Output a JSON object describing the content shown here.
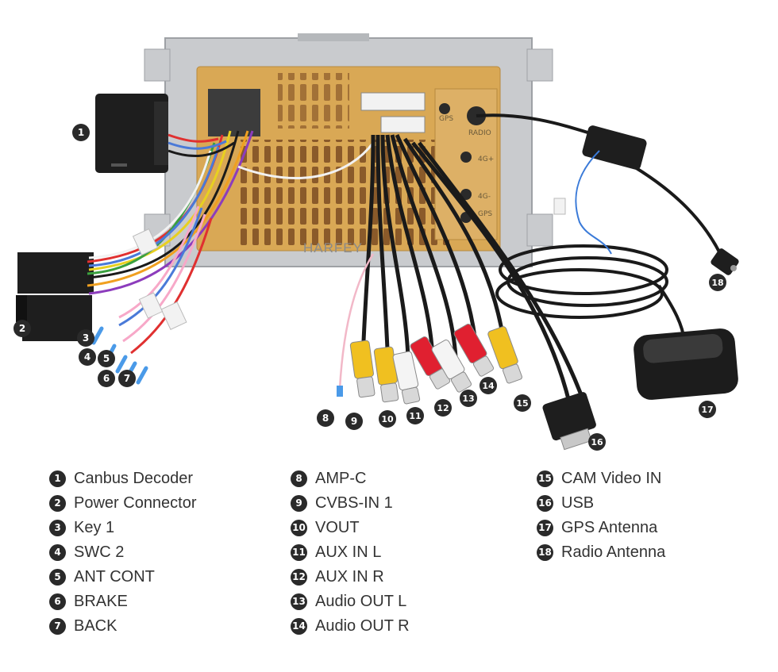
{
  "watermark": "HARFEY",
  "port_labels": [
    "GPS",
    "RADIO",
    "4G+",
    "4G-",
    "GPS"
  ],
  "callouts": [
    "1",
    "2",
    "3",
    "4",
    "5",
    "6",
    "7",
    "8",
    "9",
    "10",
    "11",
    "12",
    "13",
    "14",
    "15",
    "16",
    "17",
    "18"
  ],
  "legend": [
    [
      {
        "num": "1",
        "label": "Canbus Decoder"
      },
      {
        "num": "2",
        "label": "Power Connector"
      },
      {
        "num": "3",
        "label": "Key 1"
      },
      {
        "num": "4",
        "label": "SWC 2"
      },
      {
        "num": "5",
        "label": "ANT CONT"
      },
      {
        "num": "6",
        "label": "BRAKE"
      },
      {
        "num": "7",
        "label": "BACK"
      }
    ],
    [
      {
        "num": "8",
        "label": "AMP-C"
      },
      {
        "num": "9",
        "label": "CVBS-IN 1"
      },
      {
        "num": "10",
        "label": "VOUT"
      },
      {
        "num": "11",
        "label": "AUX IN L"
      },
      {
        "num": "12",
        "label": "AUX IN R"
      },
      {
        "num": "13",
        "label": "Audio OUT L"
      },
      {
        "num": "14",
        "label": "Audio OUT R"
      }
    ],
    [
      {
        "num": "15",
        "label": "CAM Video IN"
      },
      {
        "num": "16",
        "label": "USB"
      },
      {
        "num": "17",
        "label": "GPS Antenna"
      },
      {
        "num": "18",
        "label": "Radio Antenna"
      }
    ]
  ]
}
